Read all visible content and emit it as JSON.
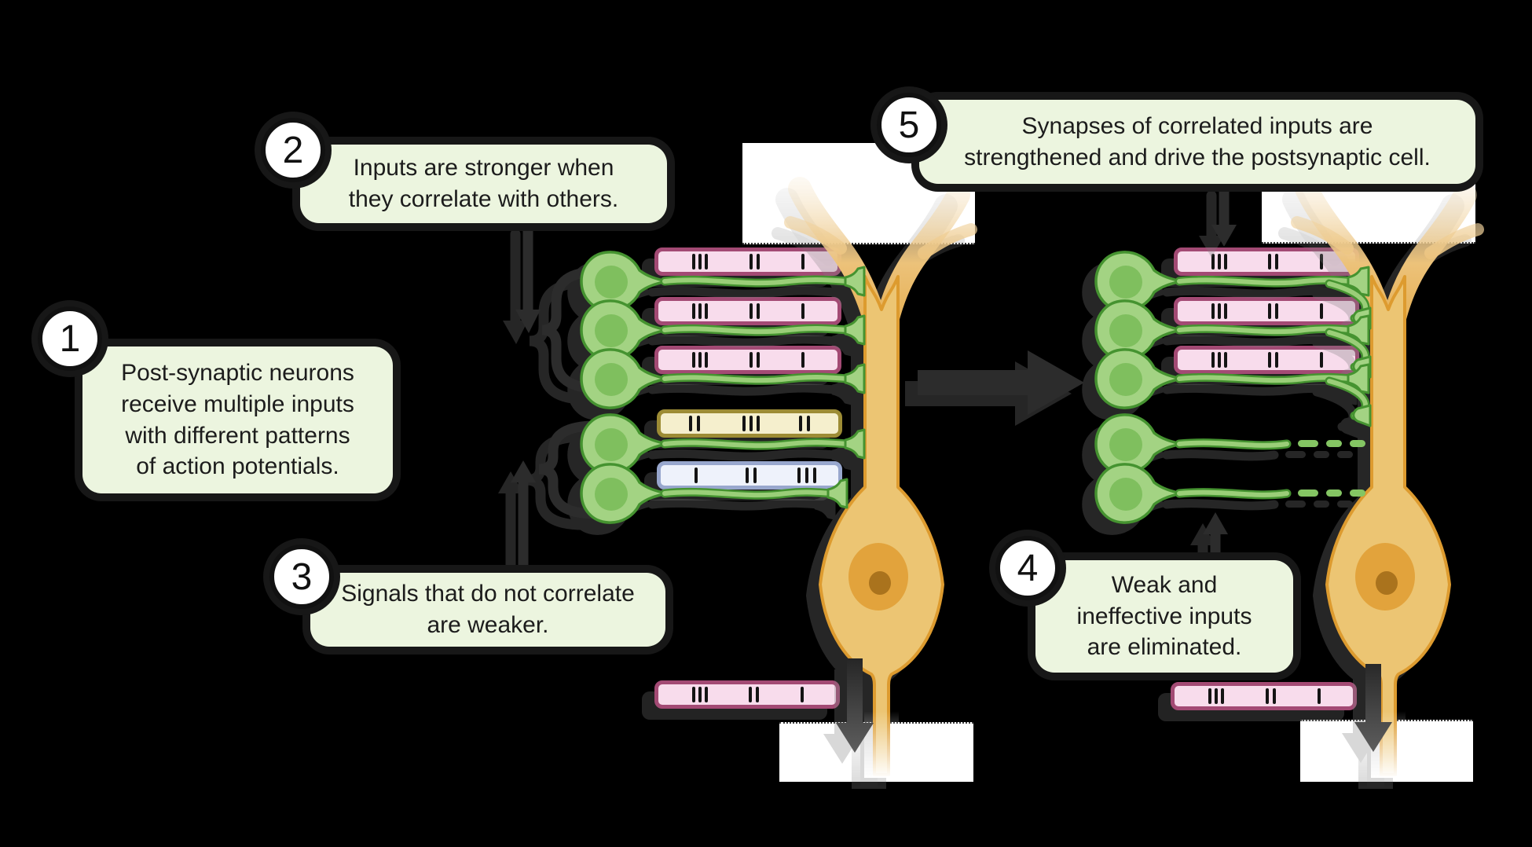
{
  "title": "Synaptic strengthening and pruning diagram",
  "colors": {
    "background": "#000000",
    "callout_bg": "#ecf5df",
    "callout_text": "#1c1c1c",
    "connector": "#2c2c2c",
    "pink_fill": "#f8dcec",
    "pink_border": "#a34a74",
    "yellow_fill": "#f5efcd",
    "yellow_border": "#9d8c35",
    "blue_fill": "#eef2fb",
    "blue_border": "#98a7cd",
    "tick": "#141414",
    "neuron_fill": "#ecc573",
    "neuron_stroke": "#dd9b2f",
    "nucleus": "#e2a33c",
    "nucleolus": "#aa731d",
    "input_fill": "#a3d383",
    "input_inner": "#7fbf5e",
    "input_stroke": "#459330"
  },
  "icons": {
    "transition_arrow": "right block arrow",
    "output_arrow": "down arrow",
    "callout_pointer_down": "down arrowhead",
    "callout_pointer_up": "up arrowhead",
    "group_brace": "curly brace"
  },
  "callouts": [
    {
      "num": "1",
      "lines": [
        "Post-synaptic neurons",
        "receive multiple inputs",
        "with different patterns",
        "of action potentials."
      ]
    },
    {
      "num": "2",
      "lines": [
        "Inputs are stronger when",
        "they correlate with others."
      ]
    },
    {
      "num": "3",
      "lines": [
        "Signals that do not correlate",
        "are weaker."
      ]
    },
    {
      "num": "4",
      "lines": [
        "Weak and",
        "ineffective inputs",
        "are eliminated."
      ]
    },
    {
      "num": "5",
      "lines": [
        "Synapses of correlated inputs are",
        "strengthened and drive the postsynaptic cell."
      ]
    }
  ],
  "spike_trains": {
    "left_inputs": [
      {
        "name": "correlated-input-1",
        "color": "pink",
        "pattern": "3-2-1",
        "ticks_pct": [
          19,
          22.5,
          26,
          51,
          55,
          80
        ]
      },
      {
        "name": "correlated-input-2",
        "color": "pink",
        "pattern": "3-2-1",
        "ticks_pct": [
          19,
          22.5,
          26,
          51,
          55,
          80
        ]
      },
      {
        "name": "correlated-input-3",
        "color": "pink",
        "pattern": "3-2-1",
        "ticks_pct": [
          19,
          22.5,
          26,
          51,
          55,
          80
        ]
      },
      {
        "name": "uncorrelated-input-1",
        "color": "yellow",
        "pattern": "2-3-2",
        "ticks_pct": [
          16,
          20.5,
          46,
          50,
          54,
          78,
          82.5
        ]
      },
      {
        "name": "uncorrelated-input-2",
        "color": "blue",
        "pattern": "1-2-3",
        "ticks_pct": [
          19,
          48,
          52,
          77,
          81.5,
          86
        ]
      }
    ],
    "left_output": {
      "name": "postsynaptic-output",
      "color": "pink",
      "pattern": "3-2-1",
      "ticks_pct": [
        19,
        22.5,
        26,
        51,
        55,
        80
      ]
    },
    "right_inputs": [
      {
        "name": "strengthened-input-1",
        "color": "pink",
        "pattern": "3-2-1",
        "ticks_pct": [
          19,
          22.5,
          26,
          51,
          55,
          80
        ]
      },
      {
        "name": "strengthened-input-2",
        "color": "pink",
        "pattern": "3-2-1",
        "ticks_pct": [
          19,
          22.5,
          26,
          51,
          55,
          80
        ]
      },
      {
        "name": "strengthened-input-3",
        "color": "pink",
        "pattern": "3-2-1",
        "ticks_pct": [
          19,
          22.5,
          26,
          51,
          55,
          80
        ]
      }
    ],
    "right_output": {
      "name": "postsynaptic-output-right",
      "color": "pink",
      "pattern": "3-2-1",
      "ticks_pct": [
        19,
        22.5,
        26,
        51,
        55,
        80
      ]
    }
  }
}
